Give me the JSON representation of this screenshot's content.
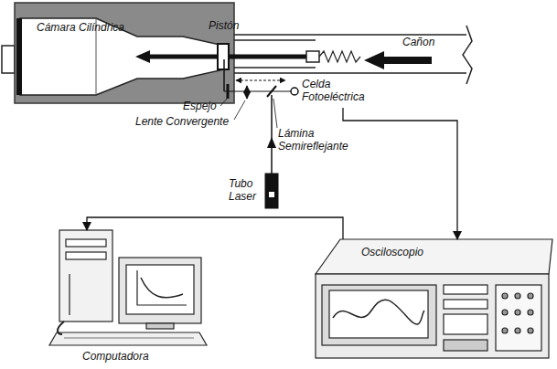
{
  "diagram": {
    "nodes": [
      {
        "text": [
          "Celda Fotoeléctrica"
        ]
      },
      {
        "text": [
          "Osciloscopio"
        ]
      },
      {
        "text": [
          "Computadora"
        ]
      }
    ],
    "edges": [
      {
        "from": 0,
        "to": 1,
        "arrow": "to"
      },
      {
        "from": 1,
        "to": 2,
        "arrow": "to"
      }
    ],
    "labels": [
      "Cámara Cilíndrica",
      "Pistón",
      "Cañon",
      "Espejo",
      "Lente Convergente",
      "Lámina Semireflejante",
      "Tubo Laser"
    ]
  }
}
